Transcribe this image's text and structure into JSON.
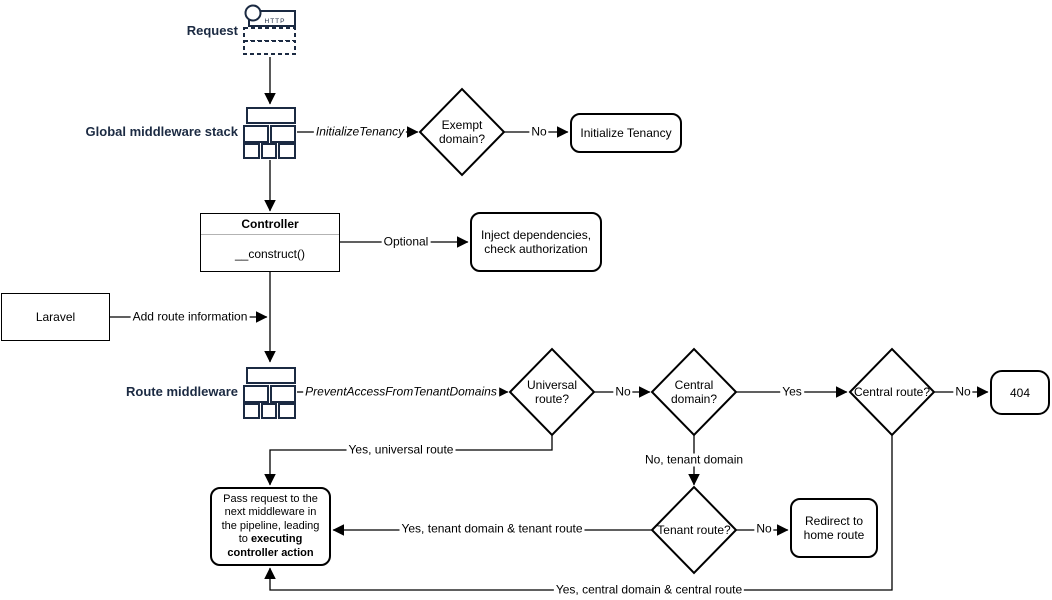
{
  "colors": {
    "icon_navy": "#1b2a42",
    "line_black": "#000000",
    "uml_divider": "#b3b3b3",
    "background": "#ffffff"
  },
  "nodes": {
    "request": {
      "label": "Request",
      "icon_text": "HTTP"
    },
    "global_middleware": {
      "label": "Global middleware stack"
    },
    "exempt_domain": {
      "label": "Exempt domain?"
    },
    "initialize_tenancy": {
      "label": "Initialize Tenancy"
    },
    "controller": {
      "title": "Controller",
      "method": "__construct()"
    },
    "inject_dependencies": {
      "label": "Inject dependencies, check authorization"
    },
    "laravel": {
      "label": "Laravel"
    },
    "route_middleware": {
      "label": "Route middleware"
    },
    "universal_route": {
      "label": "Universal route?"
    },
    "central_domain": {
      "label": "Central domain?"
    },
    "central_route": {
      "label": "Central route?"
    },
    "not_found": {
      "label": "404"
    },
    "tenant_route": {
      "label": "Tenant route?"
    },
    "redirect_home": {
      "label": "Redirect to home route"
    },
    "pass_request": {
      "text": "Pass request to the next middleware in the pipeline, leading to ",
      "bold": "executing controller action"
    }
  },
  "edge_labels": {
    "initialize_tenancy": "InitializeTenancy",
    "exempt_no": "No",
    "optional": "Optional",
    "add_route_information": "Add route information",
    "prevent_access": "PreventAccessFromTenantDomains",
    "universal_no": "No",
    "central_domain_yes": "Yes",
    "central_route_no": "No",
    "tenant_route_no": "No",
    "yes_universal_route": "Yes, universal route",
    "no_tenant_domain": "No, tenant domain",
    "yes_tenant_domain_route": "Yes, tenant domain & tenant route",
    "yes_central_domain_route": "Yes, central domain & central route"
  }
}
